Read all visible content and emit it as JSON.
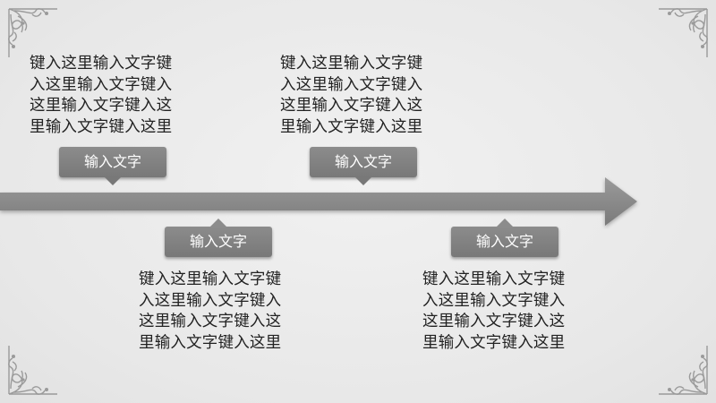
{
  "slide": {
    "upper_items": [
      {
        "label": "输入文字",
        "lines": [
          "键入这里输入文字键",
          "入这里输入文字键入",
          "这里输入文字键入这",
          "里输入文字键入这里"
        ]
      },
      {
        "label": "输入文字",
        "lines": [
          "键入这里输入文字键",
          "入这里输入文字键入",
          "这里输入文字键入这",
          "里输入文字键入这里"
        ]
      }
    ],
    "lower_items": [
      {
        "label": "输入文字",
        "lines": [
          "键入这里输入文字键",
          "入这里输入文字键入",
          "这里输入文字键入这",
          "里输入文字键入这里"
        ]
      },
      {
        "label": "输入文字",
        "lines": [
          "键入这里输入文字键",
          "入这里输入文字键入",
          "这里输入文字键入这",
          "里输入文字键入这里"
        ]
      }
    ]
  },
  "colors": {
    "arrow": "#8a8a8a",
    "callout": "#808080",
    "ornament": "#9a9a9a",
    "text": "#222222"
  },
  "icons": {
    "corner": "ornamental-corner-icon",
    "timeline": "timeline-arrow-icon"
  }
}
